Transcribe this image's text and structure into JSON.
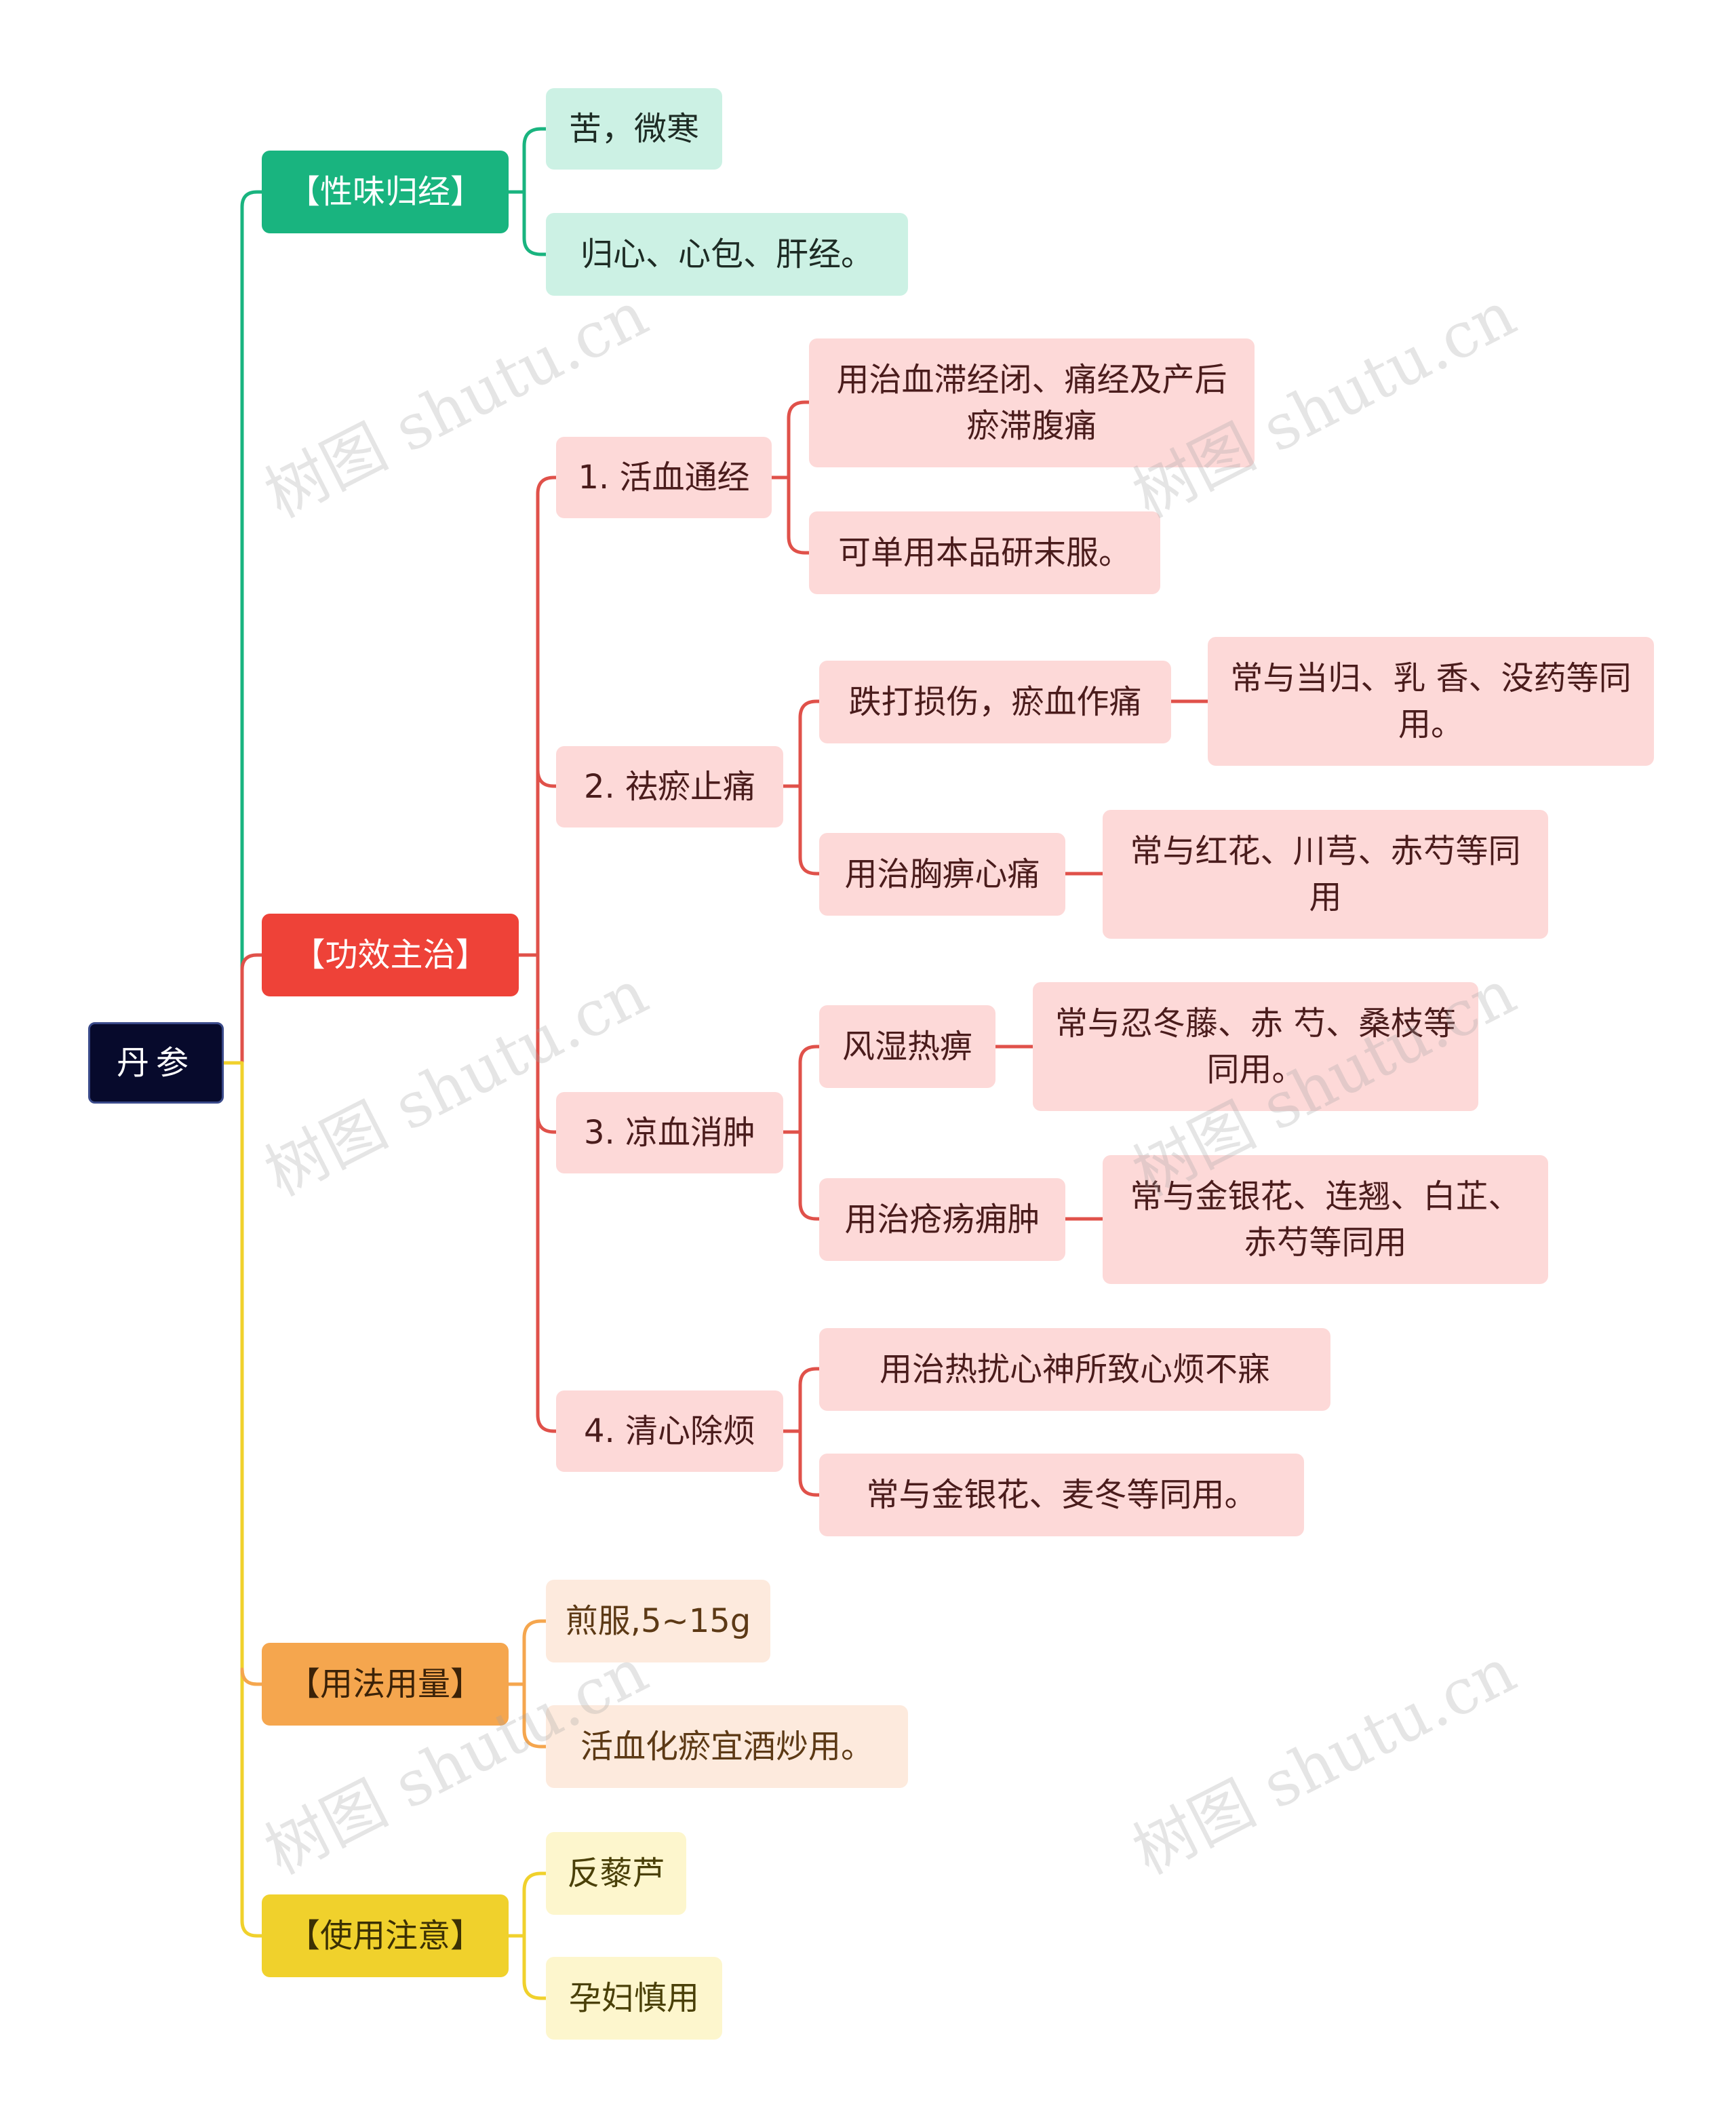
{
  "root": "丹参",
  "branches": {
    "nature": {
      "label": "【性味归经】",
      "items": [
        "苦，微寒",
        "归心、心包、肝经。"
      ]
    },
    "efficacy": {
      "label": "【功效主治】",
      "groups": [
        {
          "label": "1. 活血通经",
          "items": [
            "用治血滞经闭、痛经及产后瘀滞腹痛",
            "可单用本品研末服。"
          ]
        },
        {
          "label": "2. 祛瘀止痛",
          "items": [
            {
              "label": "跌打损伤，瘀血作痛",
              "detail": "常与当归、乳 香、没药等同用。"
            },
            {
              "label": "用治胸痹心痛",
              "detail": "常与红花、川芎、赤芍等同用"
            }
          ]
        },
        {
          "label": "3. 凉血消肿",
          "items": [
            {
              "label": "风湿热痹",
              "detail": "常与忍冬藤、赤 芍、桑枝等同用。"
            },
            {
              "label": "用治疮疡痈肿",
              "detail": "常与金银花、连翘、白芷、赤芍等同用"
            }
          ]
        },
        {
          "label": "4. 清心除烦",
          "items": [
            "用治热扰心神所致心烦不寐",
            "常与金银花、麦冬等同用。"
          ]
        }
      ]
    },
    "usage": {
      "label": "【用法用量】",
      "items": [
        "煎服,5~15g",
        "活血化瘀宜酒炒用。"
      ]
    },
    "caution": {
      "label": "【使用注意】",
      "items": [
        "反藜芦",
        "孕妇慎用"
      ]
    }
  },
  "watermark": "树图 shutu.cn",
  "colors": {
    "root_bg": "#070a2c",
    "green": "#19b47f",
    "red": "#ee4238",
    "orange": "#f5a64e",
    "yellow": "#f0d12c",
    "red_line": "#e0514a"
  }
}
